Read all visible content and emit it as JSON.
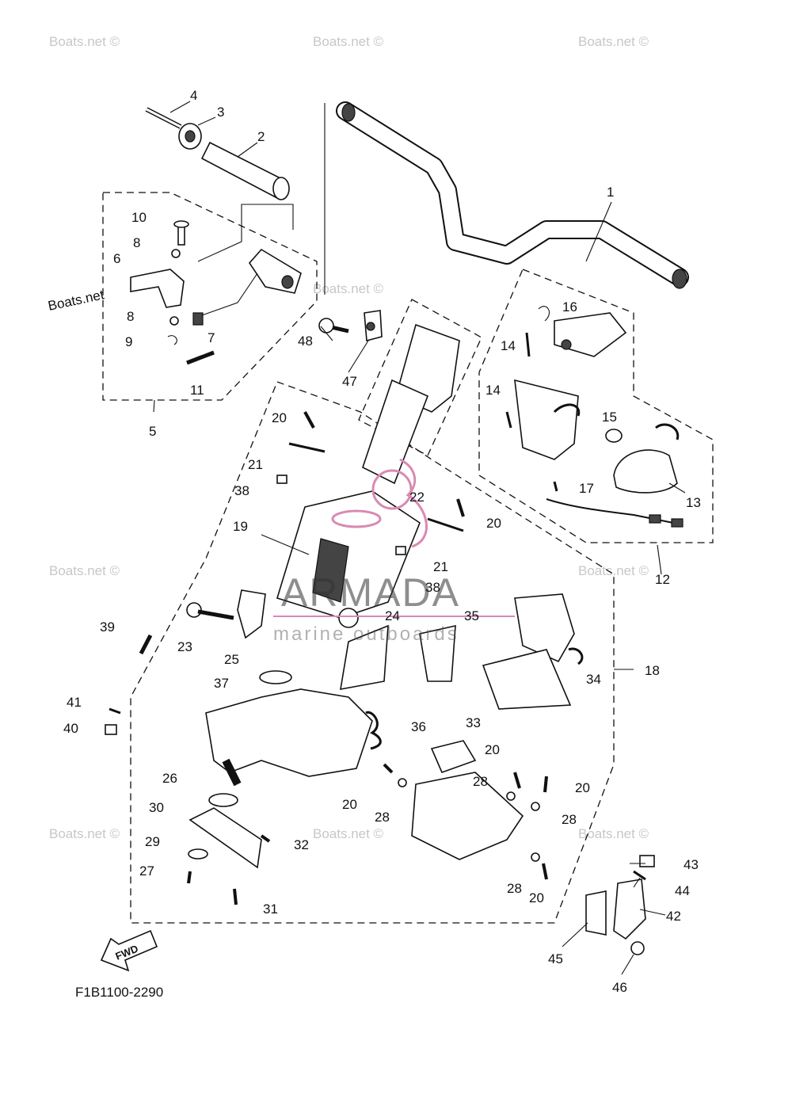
{
  "watermark": "Boats.net ©",
  "watermark_side": "Boats.net",
  "brand": {
    "name": "ARMADA",
    "tagline": "marine outboards",
    "accent": "#d98ab3"
  },
  "diagram_code": "F1B1100-2290",
  "fwd_label": "FWD",
  "callouts": {
    "c1": "1",
    "c2": "2",
    "c3": "3",
    "c4": "4",
    "c5": "5",
    "c6": "6",
    "c7": "7",
    "c8a": "8",
    "c8b": "8",
    "c9": "9",
    "c10": "10",
    "c11": "11",
    "c12": "12",
    "c13": "13",
    "c14a": "14",
    "c14b": "14",
    "c15": "15",
    "c16": "16",
    "c17": "17",
    "c18": "18",
    "c19": "19",
    "c20a": "20",
    "c20b": "20",
    "c20c": "20",
    "c20d": "20",
    "c20e": "20",
    "c20f": "20",
    "c21a": "21",
    "c21b": "21",
    "c22": "22",
    "c23": "23",
    "c24": "24",
    "c25": "25",
    "c26": "26",
    "c27": "27",
    "c28a": "28",
    "c28b": "28",
    "c28c": "28",
    "c28d": "28",
    "c29": "29",
    "c30": "30",
    "c31": "31",
    "c32": "32",
    "c33": "33",
    "c34": "34",
    "c35": "35",
    "c36": "36",
    "c37": "37",
    "c38a": "38",
    "c38b": "38",
    "c39": "39",
    "c40": "40",
    "c41": "41",
    "c42": "42",
    "c43": "43",
    "c44": "44",
    "c45": "45",
    "c46": "46",
    "c47": "47",
    "c48": "48"
  }
}
